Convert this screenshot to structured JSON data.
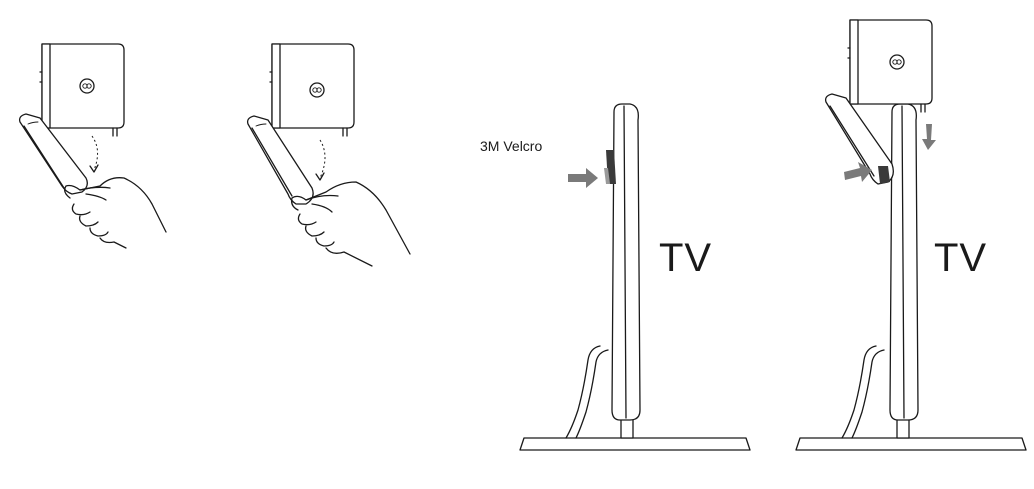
{
  "labels": {
    "velcro": "3M Velcro",
    "tv_left": "TV",
    "tv_right": "TV"
  },
  "panels": [
    {
      "name": "step-1-fold-arm"
    },
    {
      "name": "step-2-press-arm"
    },
    {
      "name": "step-3-attach-velcro"
    },
    {
      "name": "step-4-mount-on-tv"
    }
  ],
  "colors": {
    "line": "#1a1a1a",
    "arrow": "#7a7a7a",
    "background": "#ffffff"
  },
  "icons": [
    "camera-logo-icon",
    "hand-icon",
    "curved-dashed-arrow-icon",
    "push-arrow-icon"
  ]
}
